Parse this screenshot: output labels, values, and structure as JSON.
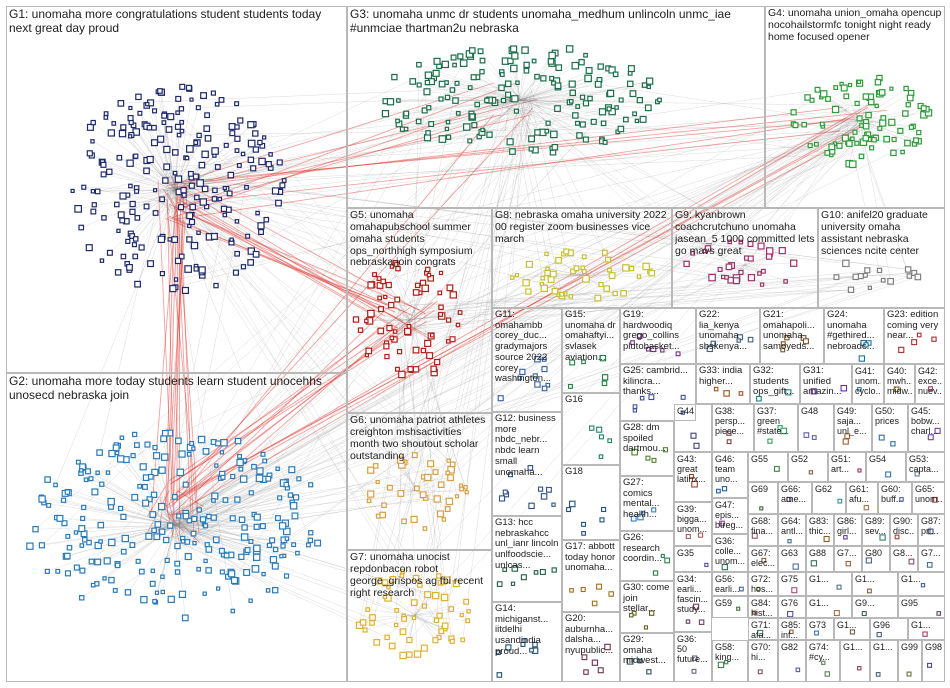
{
  "groups": [
    {
      "id": "g1",
      "text": "G1: unomaha more congratulations student students today next great day proud",
      "color": "#1f2a6b"
    },
    {
      "id": "g2",
      "text": "G2: unomaha more today students learn student unocehhs unosecd nebraska join",
      "color": "#2a7bb8"
    },
    {
      "id": "g3",
      "text": "G3: unomaha unmc dr students unomaha_medhum unlincoln unmc_iae #unmciae thartman2u nebraska",
      "color": "#1b6e4a"
    },
    {
      "id": "g4",
      "text": "G4: unomaha union_omaha opencup nocohailstormfc tonight night ready home focused opener",
      "color": "#2e9b3a"
    },
    {
      "id": "g5",
      "text": "G5: unomaha omahapubschool summer omaha students ops_northhigh symposium nebraska join congrats",
      "color": "#b0201a"
    },
    {
      "id": "g6",
      "text": "G6: unomaha patriot athletes creighton mshsactivities month two shoutout scholar outstanding",
      "color": "#d8a040"
    },
    {
      "id": "g7",
      "text": "G7: unomaha unocist repdonbacon robot george_grispos ag fbi recent right research",
      "color": "#e0b030"
    },
    {
      "id": "g8",
      "text": "G8: nebraska omaha university 2022 00 register zoom businesses vice march",
      "color": "#c8c030"
    },
    {
      "id": "g9",
      "text": "G9: kyanbrown coachcrutchuno unomaha jasean_5 1000 committed lets go mavs great",
      "color": "#a0306a"
    },
    {
      "id": "g10",
      "text": "G10: anifel20 graduate university omaha assistant nebraska sciences ncite center",
      "color": "#808080"
    },
    {
      "id": "g11",
      "text": "G11: omahambb corey_duc... gradymajors source 2022 corey washington...",
      "color": "#3060a0"
    },
    {
      "id": "g15",
      "text": "G15: unomaha dr omahaftyi... svlasek aviation...",
      "color": "#208040"
    },
    {
      "id": "g19",
      "text": "G19: hardwoodiq grego_collins plutobasket...",
      "color": "#703080"
    },
    {
      "id": "g22",
      "text": "G22: lia_kenya unomaha sbskenya...",
      "color": "#406080"
    },
    {
      "id": "g21",
      "text": "G21: omahapoli... unomaha samoyeds...",
      "color": "#805020"
    },
    {
      "id": "g24",
      "text": "G24: unomaha #gethired... nebroadc...",
      "color": "#2070a0"
    },
    {
      "id": "g23",
      "text": "G23: edition coming very near...",
      "color": "#a03030"
    },
    {
      "id": "g16",
      "text": "G16",
      "color": "#208060"
    },
    {
      "id": "g25",
      "text": "G25: cambrid... kilincra... thanks...",
      "color": "#4050a0"
    },
    {
      "id": "g33",
      "text": "G33: india higher...",
      "color": "#a05020"
    },
    {
      "id": "g32",
      "text": "G32: students ops_gift...",
      "color": "#208080"
    },
    {
      "id": "g31",
      "text": "G31: unified amazin...",
      "color": "#6030a0"
    },
    {
      "id": "g41",
      "text": "G41: unom... cyclo...",
      "color": "#3080a0"
    },
    {
      "id": "g40",
      "text": "G40: mwh... midw...",
      "color": "#806020"
    },
    {
      "id": "g42",
      "text": "G42: exce... nuev...",
      "color": "#a04060"
    },
    {
      "id": "g12",
      "text": "G12: business more nbdc_nebr... nbdc learn small unomaha...",
      "color": "#305080"
    },
    {
      "id": "g28",
      "text": "G28: dm spoiled dartmou...",
      "color": "#508030"
    },
    {
      "id": "g44",
      "text": "G44",
      "color": "#404080"
    },
    {
      "id": "g38",
      "text": "G38: persp... piece...",
      "color": "#804040"
    },
    {
      "id": "g37",
      "text": "G37: green #state...",
      "color": "#30a060"
    },
    {
      "id": "g48",
      "text": "G48",
      "color": "#6060a0"
    },
    {
      "id": "g49",
      "text": "G49: saja... unl_e...",
      "color": "#a06030"
    },
    {
      "id": "g50",
      "text": "G50: prices",
      "color": "#3070a0"
    },
    {
      "id": "g45",
      "text": "G45: bobw... charl...",
      "color": "#7040a0"
    },
    {
      "id": "g43",
      "text": "G43: great latinx...",
      "color": "#a04020"
    },
    {
      "id": "g46",
      "text": "G46: team uno...",
      "color": "#2060a0"
    },
    {
      "id": "g55",
      "text": "G55",
      "color": "#408040"
    },
    {
      "id": "g52",
      "text": "G52",
      "color": "#806040"
    },
    {
      "id": "g51",
      "text": "G51: art...",
      "color": "#a03070"
    },
    {
      "id": "g54",
      "text": "G54",
      "color": "#4070a0"
    },
    {
      "id": "g53",
      "text": "G53: capta...",
      "color": "#6080a0"
    },
    {
      "id": "g18",
      "text": "G18",
      "color": "#205080"
    },
    {
      "id": "g27",
      "text": "G27: comics mental... health...",
      "color": "#3080c0"
    },
    {
      "id": "g47",
      "text": "G47: epis... btreg...",
      "color": "#804080"
    },
    {
      "id": "g39",
      "text": "G39: bigga... unom...",
      "color": "#a06060"
    },
    {
      "id": "g69",
      "text": "G69",
      "color": "#406040"
    },
    {
      "id": "g66",
      "text": "G66: ame...",
      "color": "#604080"
    },
    {
      "id": "g62",
      "text": "G62",
      "color": "#3090a0"
    },
    {
      "id": "g61",
      "text": "G61: afu...",
      "color": "#a08030"
    },
    {
      "id": "g60",
      "text": "G60: buff...",
      "color": "#5060a0"
    },
    {
      "id": "g65",
      "text": "G65: unom...",
      "color": "#a05050"
    },
    {
      "id": "g13",
      "text": "G13: hcc nebraskahcc unl_ianr lincoln unlfoodscie... unlcas...",
      "color": "#206040"
    },
    {
      "id": "g17",
      "text": "G17: abbott today honor unomaha...",
      "color": "#a07020"
    },
    {
      "id": "g26",
      "text": "G26: research coordin...",
      "color": "#308050"
    },
    {
      "id": "g35",
      "text": "G35",
      "color": "#505090"
    },
    {
      "id": "g37b",
      "text": "G37",
      "color": "#508050"
    },
    {
      "id": "g68",
      "text": "G68: fina...",
      "color": "#905060"
    },
    {
      "id": "g64",
      "text": "G64: antl...",
      "color": "#407090"
    },
    {
      "id": "g83",
      "text": "G83: thic...",
      "color": "#806030"
    },
    {
      "id": "g86",
      "text": "G86: girl...",
      "color": "#6040a0"
    },
    {
      "id": "g89",
      "text": "G89: sev...",
      "color": "#308070"
    },
    {
      "id": "g90",
      "text": "G90: disc...",
      "color": "#a04040"
    },
    {
      "id": "g87",
      "text": "G87: pri...",
      "color": "#405080"
    },
    {
      "id": "g36x",
      "text": "G36: colle... unom...",
      "color": "#307050"
    },
    {
      "id": "g67",
      "text": "G67: elec...",
      "color": "#806050"
    },
    {
      "id": "g63",
      "text": "G63",
      "color": "#5070a0"
    },
    {
      "id": "g88",
      "text": "G88",
      "color": "#407060"
    },
    {
      "id": "g7x",
      "text": "G7...",
      "color": "#a06040"
    },
    {
      "id": "g80",
      "text": "G80",
      "color": "#506080"
    },
    {
      "id": "g8x",
      "text": "G8...",
      "color": "#805070"
    },
    {
      "id": "g7y",
      "text": "G7...",
      "color": "#407080"
    },
    {
      "id": "g30",
      "text": "G30: come join stellar...",
      "color": "#606020"
    },
    {
      "id": "g34",
      "text": "G34: earli... fascin... study...",
      "color": "#704060"
    },
    {
      "id": "g56",
      "text": "G56: earli...",
      "color": "#4060a0"
    },
    {
      "id": "g72",
      "text": "G72: hos...",
      "color": "#608040"
    },
    {
      "id": "g75",
      "text": "G75",
      "color": "#a05080"
    },
    {
      "id": "g1x",
      "text": "G1...",
      "color": "#507080"
    },
    {
      "id": "g1y",
      "text": "G1...",
      "color": "#806040"
    },
    {
      "id": "g1z",
      "text": "G1...",
      "color": "#406090"
    },
    {
      "id": "g14",
      "text": "G14: michiganst... iitdelhi usandindia proud...",
      "color": "#205070"
    },
    {
      "id": "g20",
      "text": "G20: auburnha... dalsha... nyupublic...",
      "color": "#703050"
    },
    {
      "id": "g59",
      "text": "G59",
      "color": "#407040"
    },
    {
      "id": "g84",
      "text": "G84: hist...",
      "color": "#805040"
    },
    {
      "id": "g76",
      "text": "G76",
      "color": "#5050a0"
    },
    {
      "id": "g1w",
      "text": "G1...",
      "color": "#a07050"
    },
    {
      "id": "g9x",
      "text": "G9...",
      "color": "#406050"
    },
    {
      "id": "g95",
      "text": "G95",
      "color": "#604060"
    },
    {
      "id": "g71",
      "text": "G71: afa...",
      "color": "#408070"
    },
    {
      "id": "g85",
      "text": "G85: inf...",
      "color": "#906040"
    },
    {
      "id": "g73",
      "text": "G73",
      "color": "#4070b0"
    },
    {
      "id": "g1v",
      "text": "G1...",
      "color": "#706040"
    },
    {
      "id": "g96",
      "text": "G96",
      "color": "#506070"
    },
    {
      "id": "g1u",
      "text": "G1...",
      "color": "#a04070"
    },
    {
      "id": "g29",
      "text": "G29: omaha midwest...",
      "color": "#305060"
    },
    {
      "id": "g36",
      "text": "G36: 50 future...",
      "color": "#706080"
    },
    {
      "id": "g58",
      "text": "G58: king...",
      "color": "#408050"
    },
    {
      "id": "g70",
      "text": "G70: hi...",
      "color": "#805060"
    },
    {
      "id": "g82",
      "text": "G82",
      "color": "#5060a0"
    },
    {
      "id": "g74",
      "text": "G74: #cy...",
      "color": "#608060"
    },
    {
      "id": "g1t",
      "text": "G1...",
      "color": "#904050"
    },
    {
      "id": "g1s",
      "text": "G1...",
      "color": "#406080"
    },
    {
      "id": "g99",
      "text": "G99",
      "color": "#707040"
    },
    {
      "id": "g98",
      "text": "G98",
      "color": "#504080"
    }
  ]
}
